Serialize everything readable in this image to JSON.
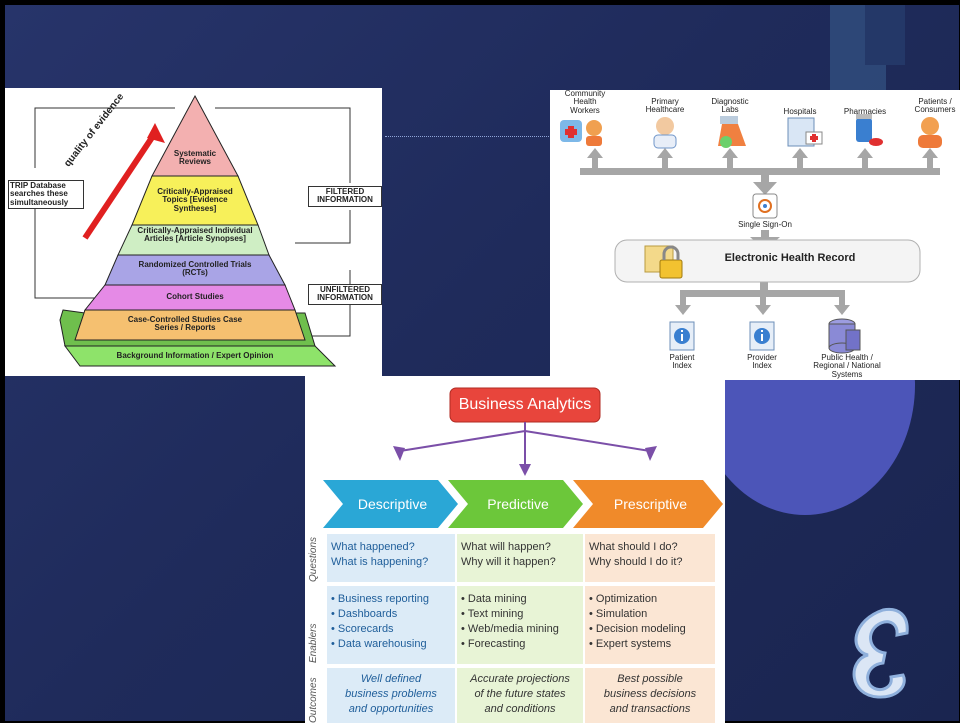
{
  "pyramid": {
    "levels": [
      "Systematic Reviews",
      "Critically-Appraised Topics [Evidence Syntheses]",
      "Critically-Appraised Individual Articles [Article Synopses]",
      "Randomized Controlled Trials (RCTs)",
      "Cohort Studies",
      "Case-Controlled Studies Case Series / Reports",
      "Background Information / Expert Opinion"
    ],
    "level_colors": [
      "#f3b0b0",
      "#f7f05a",
      "#cfeec4",
      "#a9a4e6",
      "#e58ae6",
      "#f5c070",
      "#8ee36a"
    ],
    "arrow_label": "quality of evidence",
    "left_note": "TRIP Database searches these simultaneously",
    "filtered": "FILTERED INFORMATION",
    "unfiltered": "UNFILTERED INFORMATION"
  },
  "ehr": {
    "actors": [
      "Community Health Workers",
      "Primary Healthcare",
      "Diagnostic Labs",
      "Hospitals",
      "Pharmacies",
      "Patients / Consumers"
    ],
    "sso": "Single Sign-On",
    "record": "Electronic Health Record",
    "indexes": [
      "Patient Index",
      "Provider Index",
      "Public Health / Regional / National Systems"
    ]
  },
  "ba": {
    "title": "Business Analytics",
    "types": [
      "Descriptive",
      "Predictive",
      "Prescriptive"
    ],
    "type_colors": [
      "#2aa7d6",
      "#6cc73a",
      "#f08a2a"
    ],
    "row_labels": [
      "Questions",
      "Enablers",
      "Outcomes"
    ],
    "questions": [
      [
        "What happened?",
        "What is happening?"
      ],
      [
        "What will happen?",
        "Why will it happen?"
      ],
      [
        "What should I do?",
        "Why should I do it?"
      ]
    ],
    "enablers": [
      [
        "Business reporting",
        "Dashboards",
        "Scorecards",
        "Data warehousing"
      ],
      [
        "Data mining",
        "Text mining",
        "Web/media mining",
        "Forecasting"
      ],
      [
        "Optimization",
        "Simulation",
        "Decision modeling",
        "Expert systems"
      ]
    ],
    "outcomes": [
      [
        "Well defined",
        "business problems",
        "and opportunities"
      ],
      [
        "Accurate projections",
        "of the future states",
        "and conditions"
      ],
      [
        "Best possible",
        "business decisions",
        "and transactions"
      ]
    ]
  }
}
